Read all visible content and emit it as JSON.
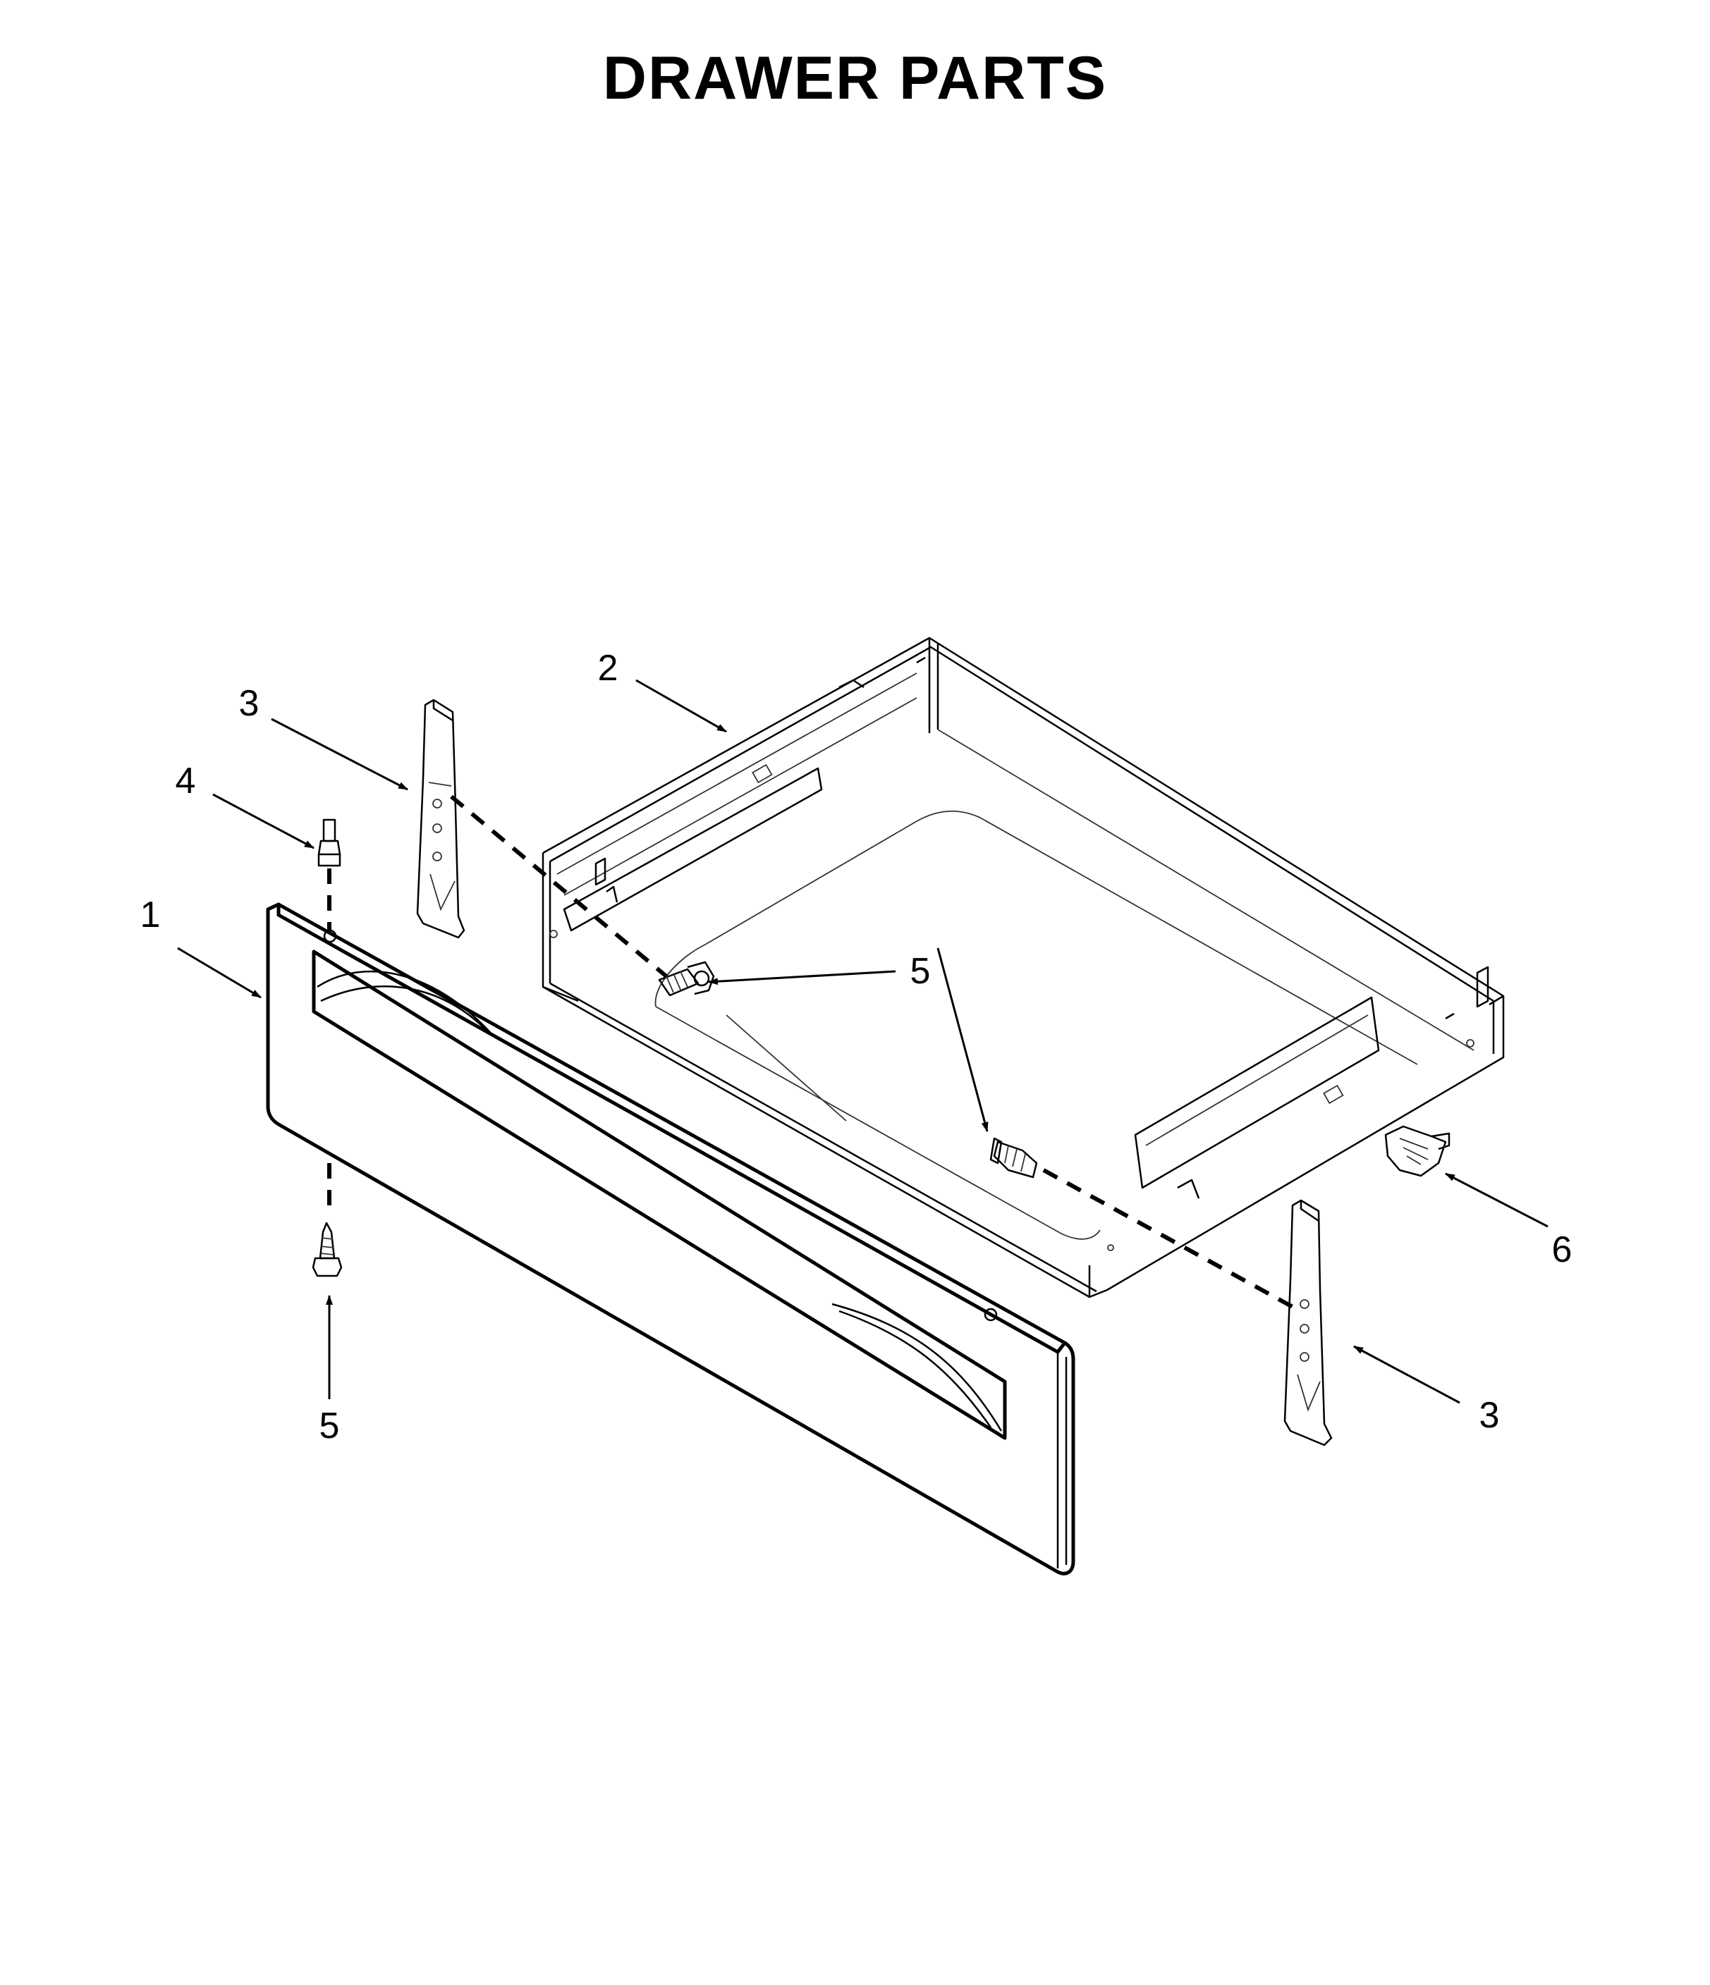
{
  "title": "DRAWER PARTS",
  "callouts": {
    "panel": "1",
    "drawer": "2",
    "glide_left": "3",
    "glide_right": "3",
    "stud": "4",
    "screw_center": "5",
    "screw_bottom": "5",
    "clip": "6"
  }
}
